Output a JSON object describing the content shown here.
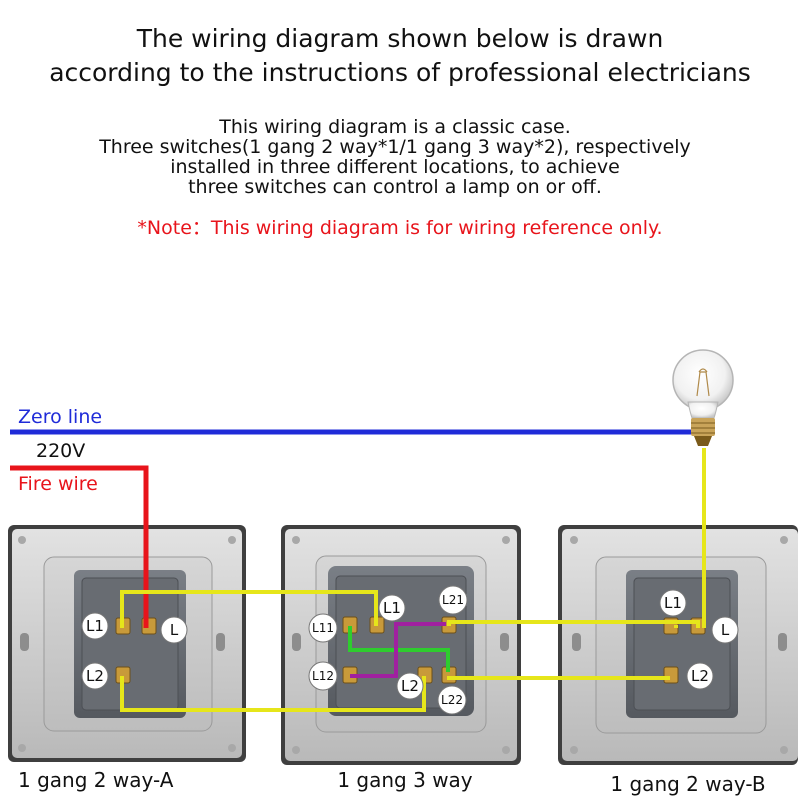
{
  "heading": {
    "line1": "The wiring diagram shown below is drawn",
    "line2": "according to the instructions of professional electricians"
  },
  "description": {
    "line1": "This wiring diagram is a classic case.",
    "line2": "Three switches(1 gang 2 way*1/1 gang 3 way*2), respectively",
    "line3": "installed in three different locations, to achieve",
    "line4": "three switches can control a lamp on or off."
  },
  "note": "*Note：This wiring diagram is for wiring reference only.",
  "lines": {
    "zero_line": "Zero line",
    "voltage": "220V",
    "fire_wire": "Fire wire"
  },
  "switches": {
    "a": {
      "caption": "1 gang 2 way-A",
      "terminals": {
        "l1": "L1",
        "l": "L",
        "l2": "L2"
      }
    },
    "mid": {
      "caption": "1 gang 3 way",
      "terminals": {
        "l1": "L1",
        "l11": "L11",
        "l21": "L21",
        "l12": "L12",
        "l2": "L2",
        "l22": "L22"
      }
    },
    "b": {
      "caption": "1 gang 2 way-B",
      "terminals": {
        "l1": "L1",
        "l": "L",
        "l2": "L2"
      }
    }
  },
  "colors": {
    "zero_line": "#1f2bd8",
    "fire_wire": "#e8141b",
    "traveler": "#e6e61a",
    "green_wire": "#2ecc2e",
    "purple_wire": "#a020a0",
    "note_text": "#e8141b",
    "plate": "#c9c9c9"
  },
  "icons": {
    "lamp": "light-bulb-icon"
  }
}
